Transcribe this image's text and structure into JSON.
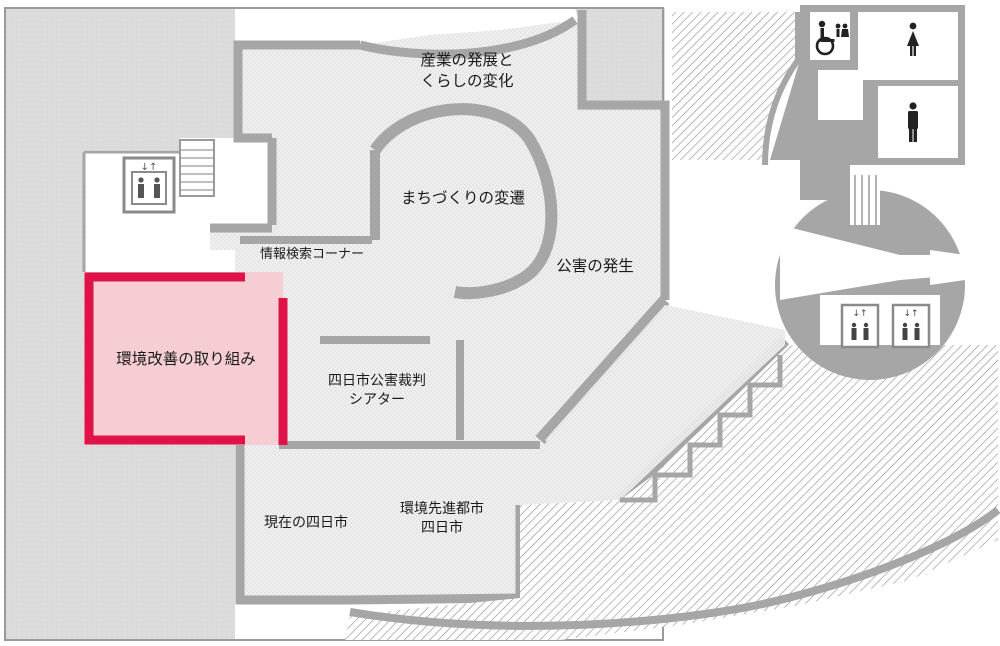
{
  "rooms": {
    "industry": "産業の発展と\nくらしの変化",
    "town": "まちづくりの変遷",
    "pollution": "公害の発生",
    "info": "情報検索コーナー",
    "environment": "環境改善の取り組み",
    "theater": "四日市公害裁判\nシアター",
    "present": "現在の四日市",
    "advanced": "環境先進都市\n四日市"
  },
  "icons": {
    "accessible_toilet": "wheelchair-icon",
    "female_toilet": "female-toilet-icon",
    "male_toilet": "male-toilet-icon",
    "elevator": "elevator-icon"
  },
  "colors": {
    "highlight_fill": "#f5cdd2",
    "highlight_border": "#e0124a",
    "wall": "#a6a6a6",
    "floor": "#ededed",
    "outside": "#d9d9d9"
  }
}
